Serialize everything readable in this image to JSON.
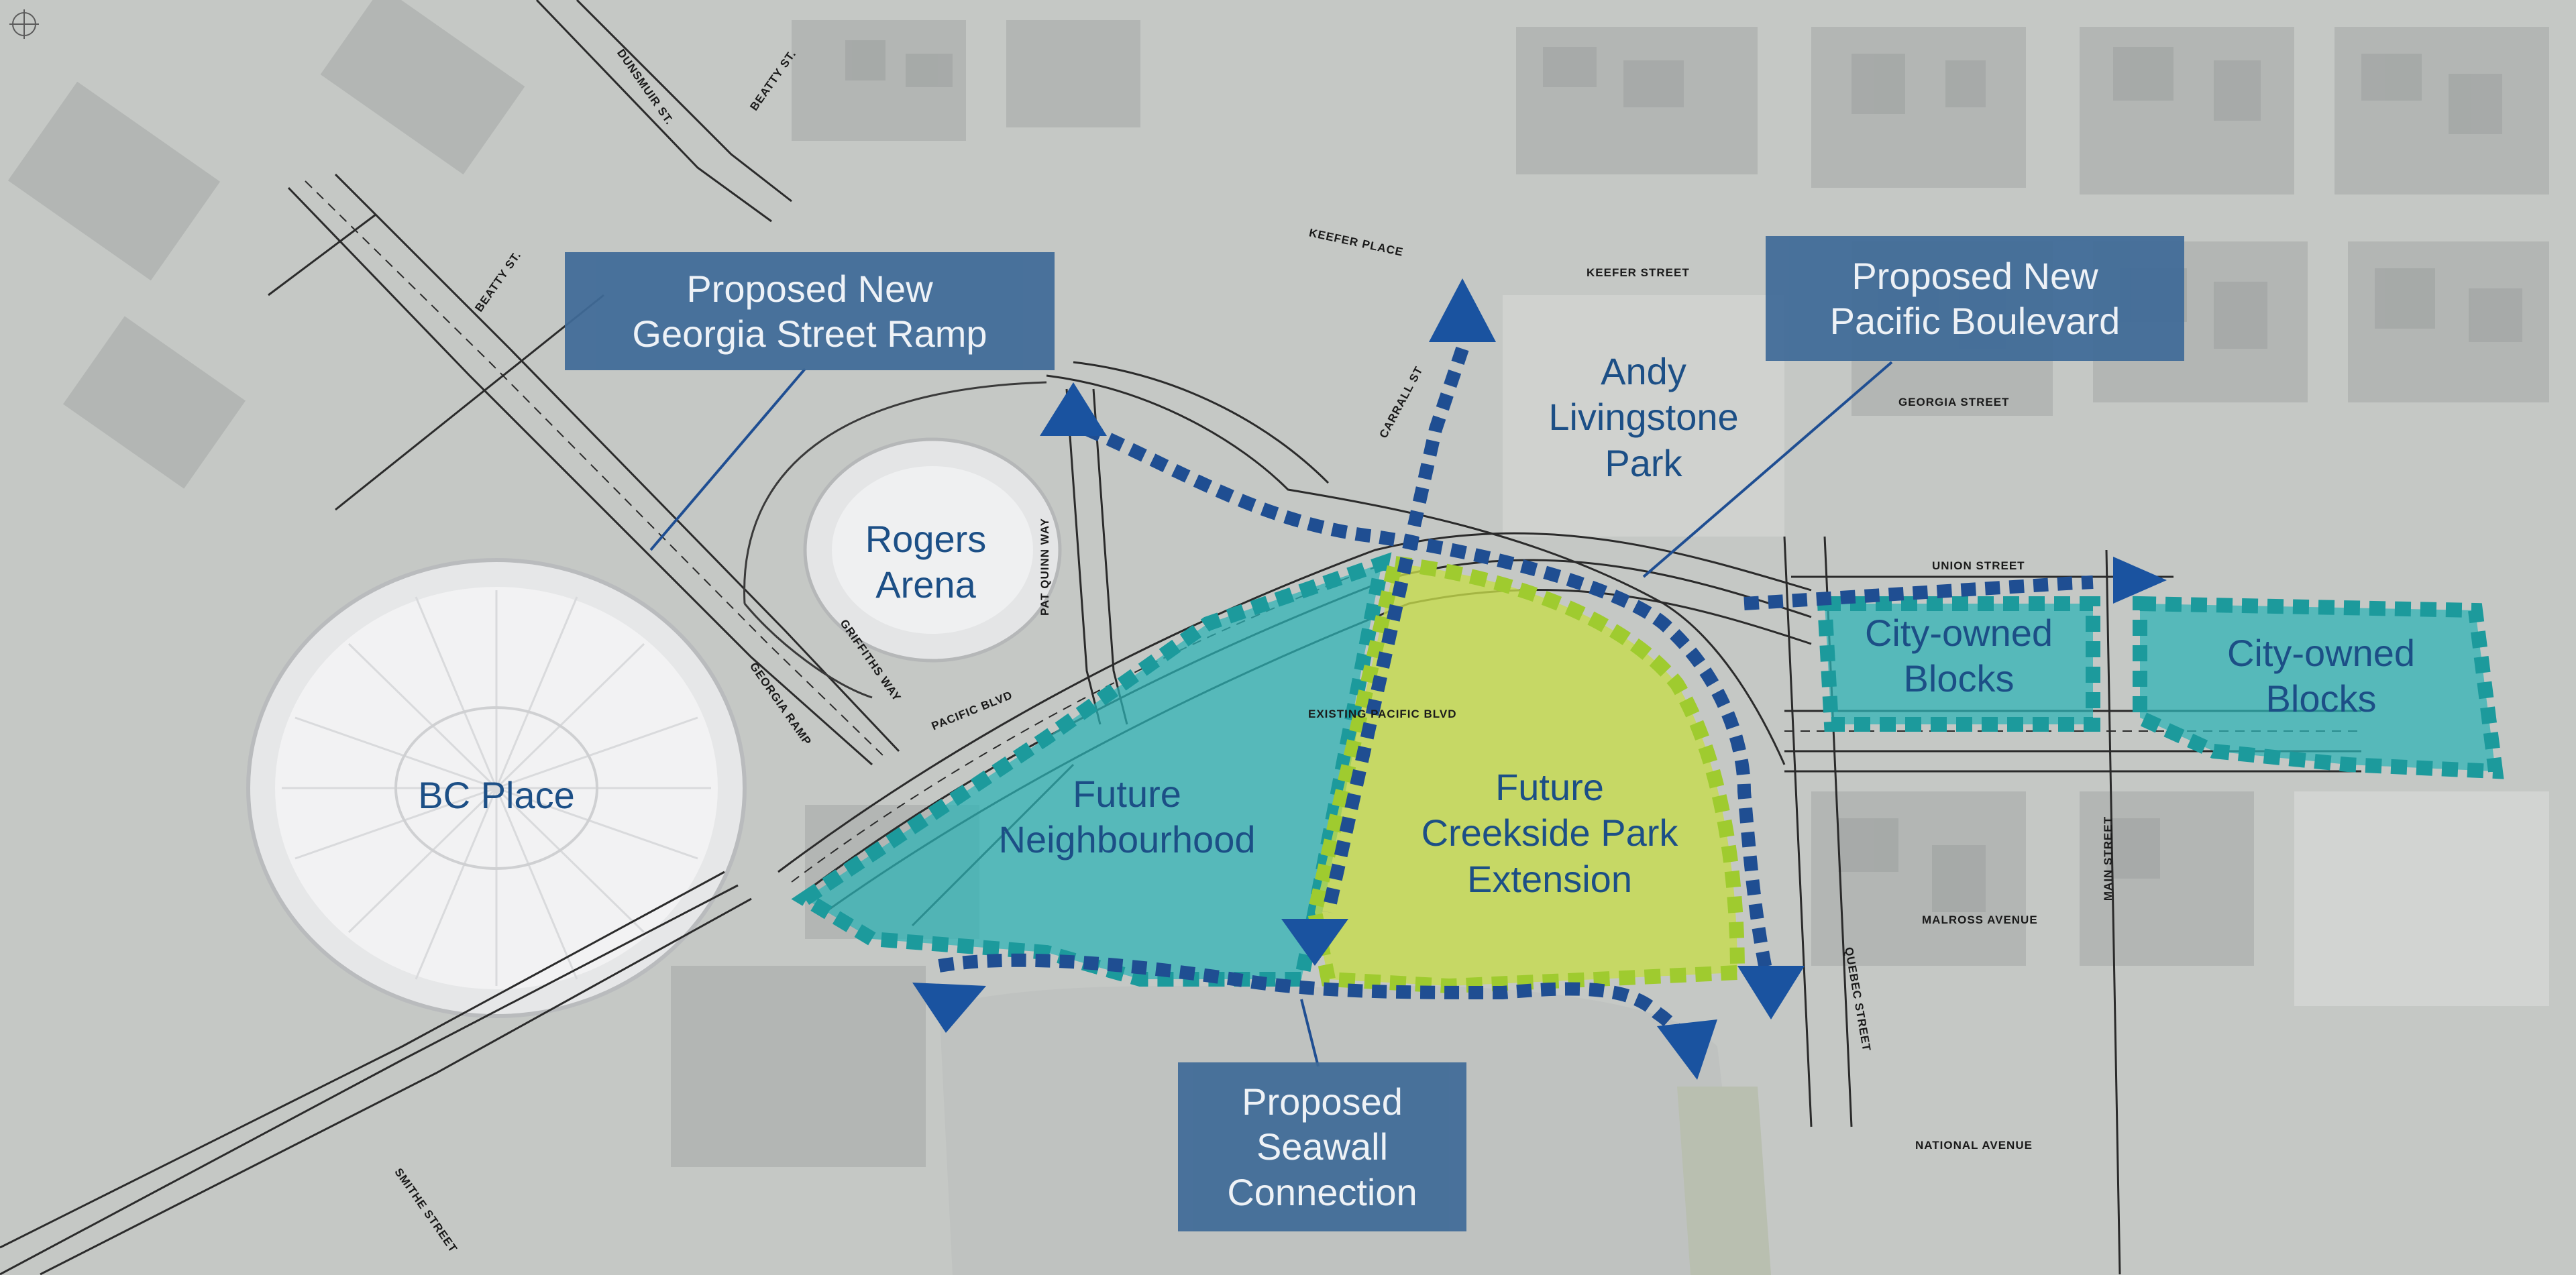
{
  "labels": {
    "georgia_ramp": "Proposed New\nGeorgia Street Ramp",
    "pacific_blvd": "Proposed New\nPacific Boulevard",
    "seawall": "Proposed\nSeawall\nConnection",
    "andy_park": "Andy\nLivingstone\nPark",
    "rogers_arena": "Rogers\nArena",
    "bc_place": "BC Place",
    "future_neighbourhood": "Future\nNeighbourhood",
    "creekside": "Future\nCreekside Park\nExtension",
    "city_blocks_1": "City-owned\nBlocks",
    "city_blocks_2": "City-owned\nBlocks"
  },
  "streets": {
    "dunsmuir": "DUNSMUIR ST.",
    "beatty_top": "BEATTY ST.",
    "beatty": "BEATTY ST.",
    "keefer_place": "KEEFER PLACE",
    "keefer_street": "KEEFER STREET",
    "carrall": "CARRALL ST",
    "georgia_street": "GEORGIA STREET",
    "union_street": "UNION STREET",
    "pat_quinn": "PAT QUINN WAY",
    "griffiths": "GRIFFITHS WAY",
    "pacific_blvd": "PACIFIC BLVD",
    "existing_pacific": "EXISTING PACIFIC BLVD",
    "georgia_ramp": "GEORGIA RAMP",
    "main_street": "MAIN STREET",
    "quebec_street": "QUEBEC STREET",
    "malross_avenue": "MALROSS AVENUE",
    "national_avenue": "NATIONAL AVENUE",
    "smithe_street": "SMITHE STREET"
  },
  "colors": {
    "label_box": "#3f6b98",
    "area_text": "#1c4f86",
    "neighbourhood_fill": "#2bb3b5",
    "creekside_fill": "#c7dc4a",
    "city_blocks_fill": "#2bb3b5",
    "dashed_blue": "#1f4e92",
    "dashed_teal": "#1c9a9c",
    "dashed_green": "#9fcb2f",
    "arrow_blue": "#1a53a0"
  },
  "icons": {
    "compass": "crosshair-icon"
  }
}
